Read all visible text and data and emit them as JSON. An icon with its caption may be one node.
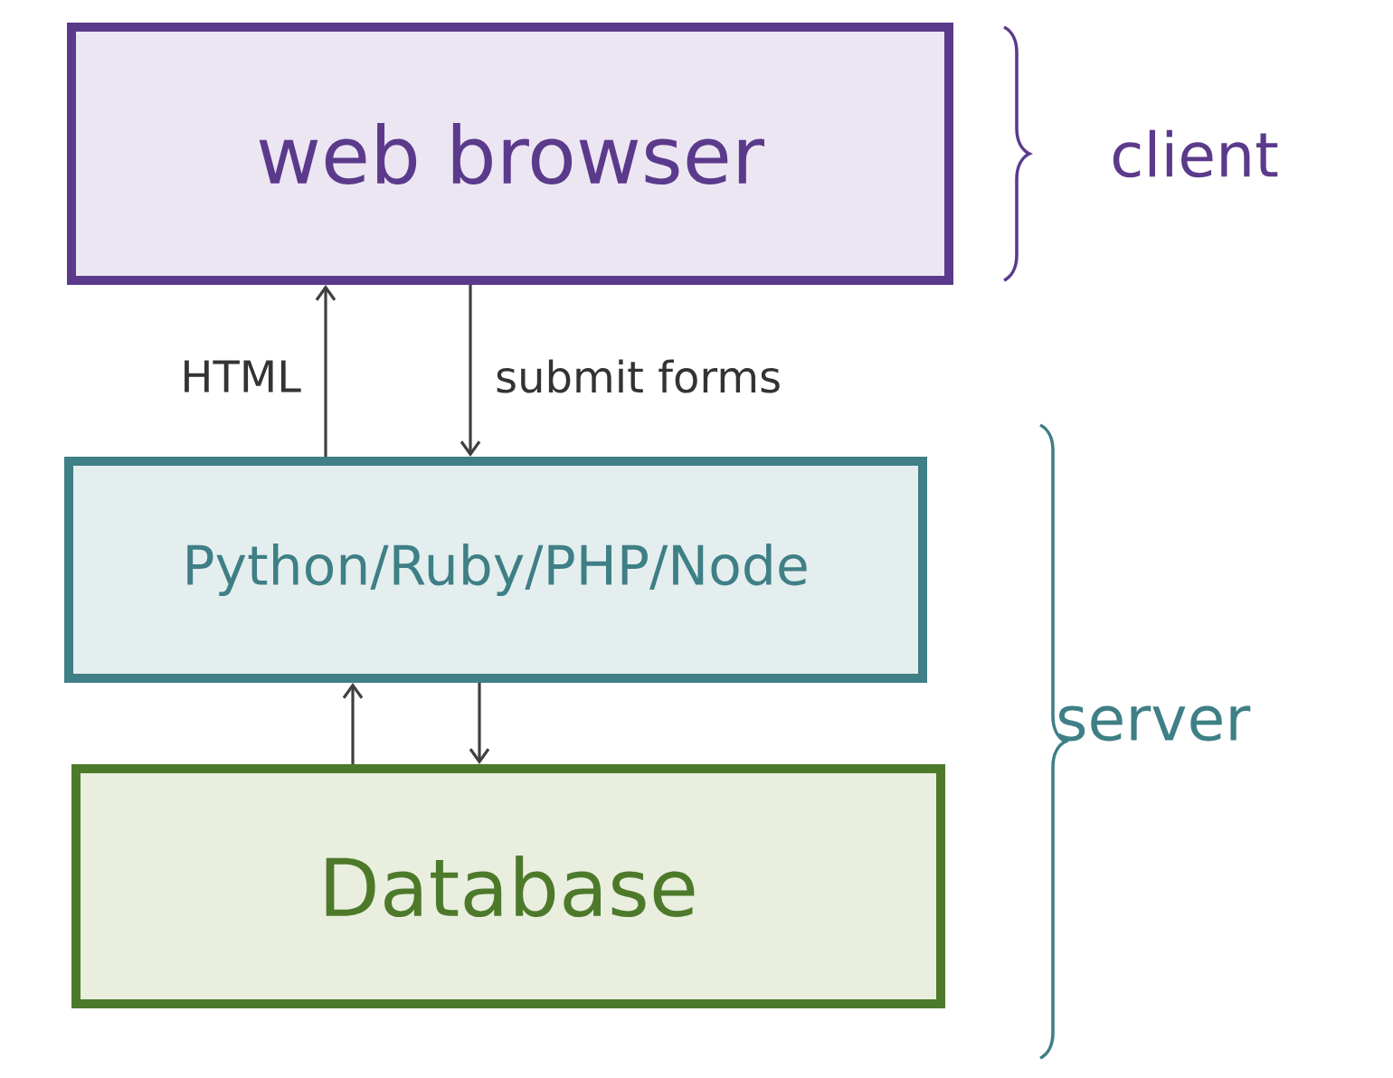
{
  "diagram": {
    "nodes": [
      {
        "text": [
          "web browser"
        ]
      },
      {
        "text": [
          "Python/Ruby/PHP/Node"
        ]
      },
      {
        "text": [
          "Database"
        ]
      }
    ],
    "edges": [
      {
        "from": 1,
        "to": 0,
        "arrow": "to",
        "label": "HTML"
      },
      {
        "from": 0,
        "to": 1,
        "arrow": "to",
        "label": "submit forms"
      },
      {
        "from": 2,
        "to": 1,
        "arrow": "to"
      },
      {
        "from": 1,
        "to": 2,
        "arrow": "to"
      }
    ],
    "labels": [
      "client",
      "server"
    ]
  }
}
